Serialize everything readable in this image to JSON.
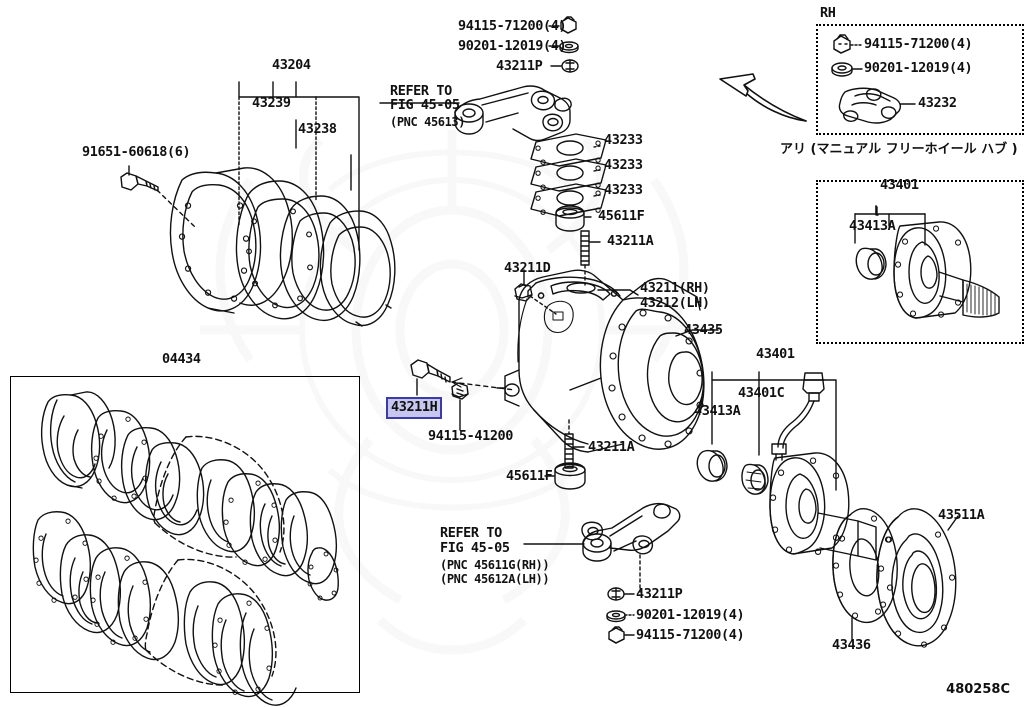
{
  "diagram": {
    "id": "480258C",
    "background": "#ffffff",
    "ink": "#111111",
    "highlight_fill": "#c6c6ee",
    "highlight_border": "#3c3ca8"
  },
  "panels": {
    "rh_box": {
      "title": "RH",
      "items": [
        {
          "part": "94115-71200(4)",
          "icon": "nut-icon"
        },
        {
          "part": "90201-12019(4)",
          "icon": "washer-icon"
        },
        {
          "part": "43232",
          "icon": "knuckle-arm-icon"
        }
      ]
    },
    "hub_box": {
      "caption": "アリ (マニュアル フリーホイール ハブ )",
      "labels": [
        "43401",
        "43413A"
      ]
    },
    "kit_box": {
      "label": "04434"
    }
  },
  "labels": {
    "l_43204": "43204",
    "l_43239": "43239",
    "l_43238": "43238",
    "l_91651": "91651-60618(6)",
    "l_04434": "04434",
    "l_94115_71200_top": "94115-71200(4)",
    "l_90201_12019_top": "90201-12019(4)",
    "l_43211P_top": "43211P",
    "refer_top_1": "REFER TO",
    "refer_top_2": "FIG 45-05",
    "refer_top_3": "(PNC 45613)",
    "l_43233_a": "43233",
    "l_43233_b": "43233",
    "l_43233_c": "43233",
    "l_45611F_top": "45611F",
    "l_43211A_top": "43211A",
    "l_43211D": "43211D",
    "l_43211RH": "43211(RH)",
    "l_43212LH": "43212(LH)",
    "l_43435": "43435",
    "l_43211H": "43211H",
    "l_94115_41200": "94115-41200",
    "l_43211A_bot": "43211A",
    "l_45611F_bot": "45611F",
    "refer_bot_1": "REFER TO",
    "refer_bot_2": "FIG 45-05",
    "refer_bot_3": "(PNC 45611G(RH))",
    "refer_bot_4": "(PNC 45612A(LH))",
    "l_43211P_bot": "43211P",
    "l_90201_12019_bot": "90201-12019(4)",
    "l_94115_71200_bot": "94115-71200(4)",
    "l_43401_right": "43401",
    "l_43401C": "43401C",
    "l_43413A_right": "43413A",
    "l_43511A": "43511A",
    "l_43436": "43436",
    "l_RH": "RH",
    "l_94115_71200_rh": "94115-71200(4)",
    "l_90201_12019_rh": "90201-12019(4)",
    "l_43232": "43232",
    "l_hub_caption": "アリ (マニュアル フリーホイール ハブ )",
    "l_43401_hub": "43401",
    "l_43413A_hub": "43413A"
  }
}
